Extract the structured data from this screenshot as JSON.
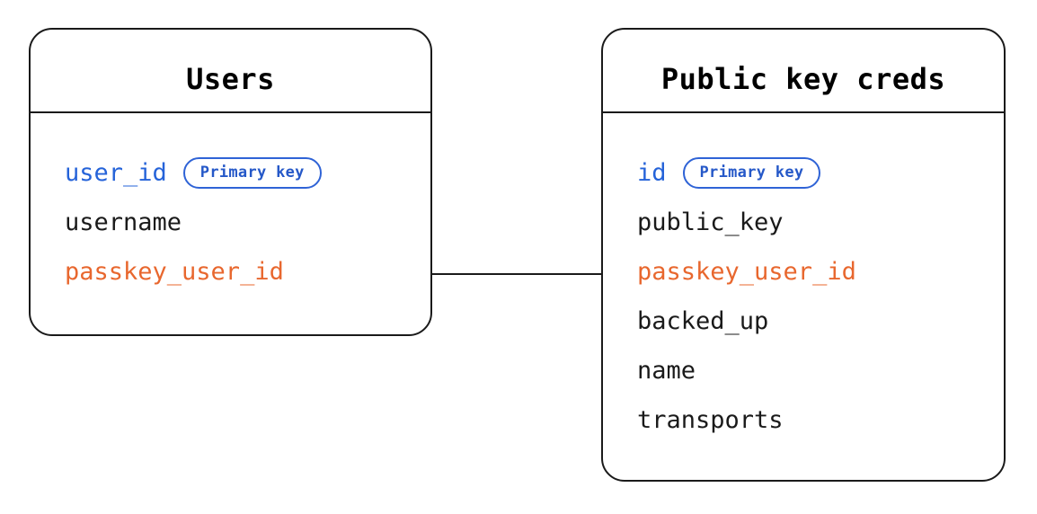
{
  "diagram": {
    "type": "entity-relationship",
    "background": "#ffffff",
    "colors": {
      "border": "#1a1a1a",
      "primary_key": "#2563d9",
      "foreign_key": "#e8672e",
      "badge_border": "#2f63d6",
      "text": "#1a1a1a"
    },
    "entities": [
      {
        "id": "users",
        "title": "Users",
        "fields": [
          {
            "name": "user_id",
            "role": "primary",
            "badge": "Primary key"
          },
          {
            "name": "username",
            "role": "plain",
            "badge": null
          },
          {
            "name": "passkey_user_id",
            "role": "foreign",
            "badge": null
          }
        ]
      },
      {
        "id": "public_key_creds",
        "title": "Public key creds",
        "fields": [
          {
            "name": "id",
            "role": "primary",
            "badge": "Primary key"
          },
          {
            "name": "public_key",
            "role": "plain",
            "badge": null
          },
          {
            "name": "passkey_user_id",
            "role": "foreign",
            "badge": null
          },
          {
            "name": "backed_up",
            "role": "plain",
            "badge": null
          },
          {
            "name": "name",
            "role": "plain",
            "badge": null
          },
          {
            "name": "transports",
            "role": "plain",
            "badge": null
          }
        ]
      }
    ],
    "relationships": [
      {
        "from_entity": "users",
        "from_field": "passkey_user_id",
        "to_entity": "public_key_creds",
        "to_field": "passkey_user_id",
        "style": "solid"
      }
    ]
  }
}
